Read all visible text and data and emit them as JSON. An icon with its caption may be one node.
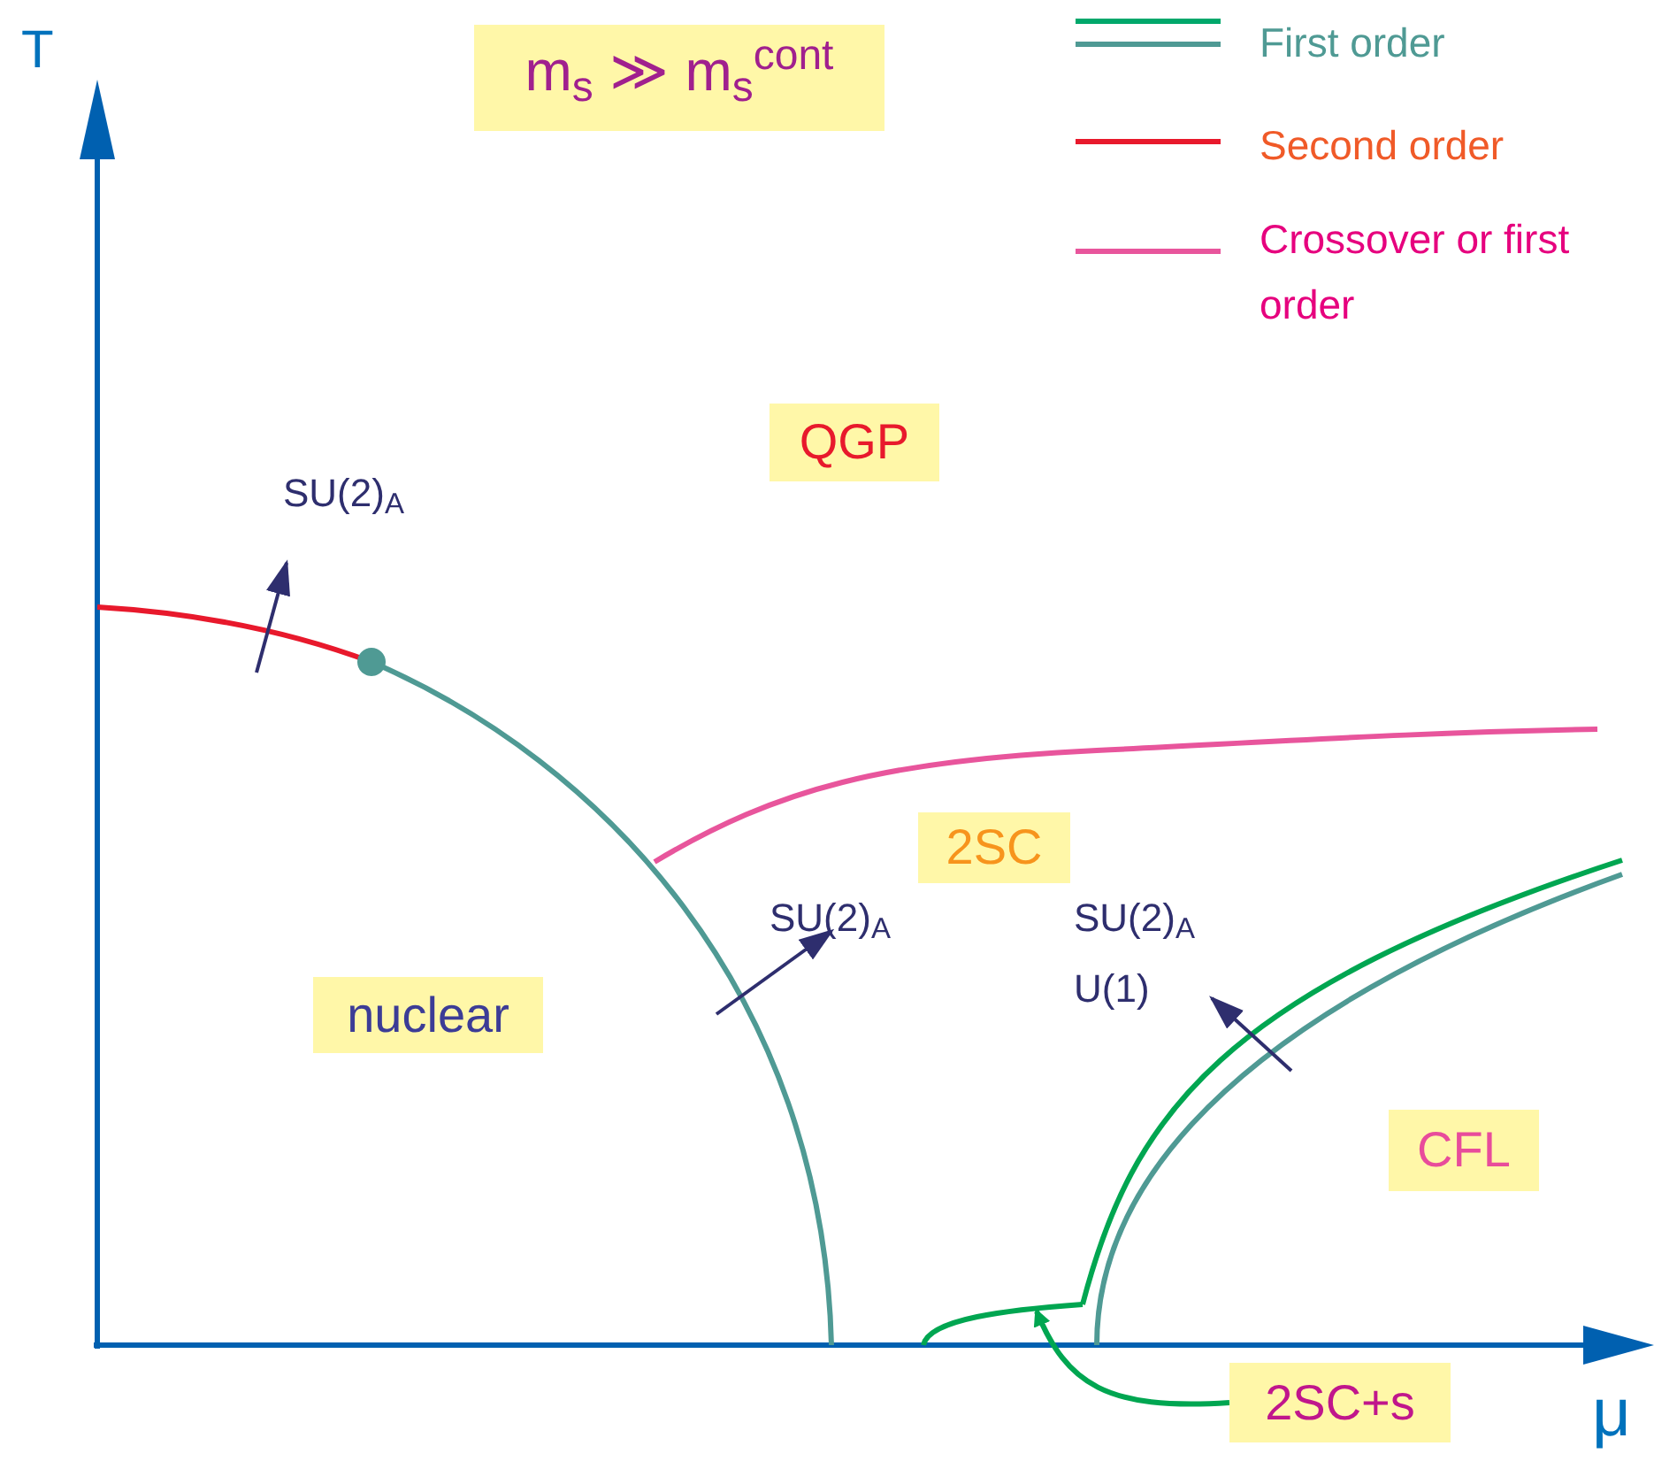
{
  "diagram": {
    "title": "m$_{s}$ ≫ m$_{s}$$^{cont}$",
    "nodes": [
      {
        "text": [
          "QGP"
        ]
      },
      {
        "text": [
          "2SC"
        ]
      },
      {
        "text": [
          "nuclear"
        ]
      },
      {
        "text": [
          "CFL"
        ]
      },
      {
        "text": [
          "2SC+s"
        ]
      },
      {
        "text": [],
        "shape": "curve"
      }
    ],
    "edges": [
      {
        "from": 4,
        "to": 5,
        "arrow": "to"
      }
    ],
    "labels": [
      "T",
      "μ",
      "SU(2)$_{A}$",
      "SU(2)$_{A}$",
      "SU(2)$_{A}$",
      "U(1)"
    ],
    "legend": [
      {
        "text": "First order"
      },
      {
        "text": "Second order"
      },
      {
        "text": "Crossover or first order"
      }
    ]
  }
}
